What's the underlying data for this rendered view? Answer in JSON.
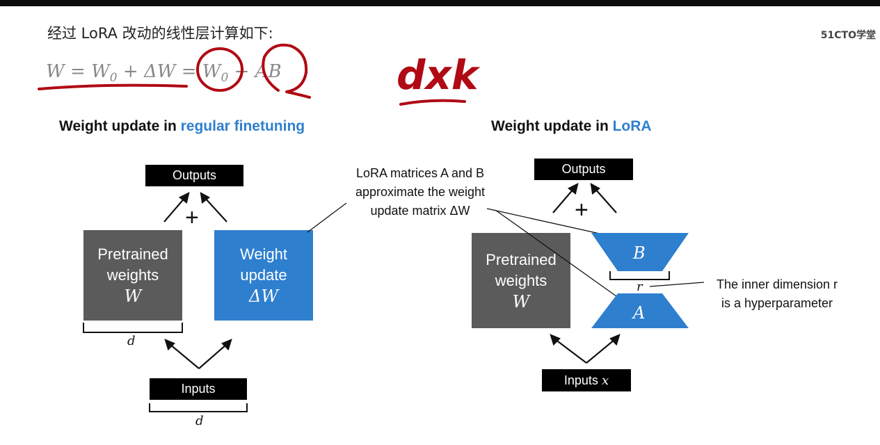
{
  "heading": "经过 LoRA 改动的线性层计算如下:",
  "watermark": "51CTO学堂",
  "formula": {
    "w": "W",
    "eq": "=",
    "w0": "W",
    "sub0": "0",
    "plus": "+",
    "dw": "ΔW",
    "eq2": "=",
    "w0b": "W",
    "sub0b": "0",
    "plus2": "+",
    "ab": "AB"
  },
  "handwriting": {
    "text": "dxk"
  },
  "left": {
    "title_prefix": "Weight update in ",
    "title_accent": "regular finetuning",
    "outputs": "Outputs",
    "plus": "+",
    "pretrained_line1": "Pretrained",
    "pretrained_line2": "weights",
    "pretrained_var": "W",
    "update_line1": "Weight",
    "update_line2": "update",
    "update_var": "ΔW",
    "dim_label": "d",
    "inputs": "Inputs",
    "inputs_dim_label": "d"
  },
  "annotation_center": {
    "line1": "LoRA matrices A and B",
    "line2": "approximate the weight",
    "line3": "update matrix ΔW"
  },
  "right": {
    "title_prefix": "Weight update in ",
    "title_accent": "LoRA",
    "outputs": "Outputs",
    "plus": "+",
    "pretrained_line1": "Pretrained",
    "pretrained_line2": "weights",
    "pretrained_var": "W",
    "b_label": "B",
    "a_label": "A",
    "r_label": "r",
    "inputs": "Inputs",
    "inputs_var": "x",
    "inner_line1": "The inner dimension r",
    "inner_line2": "is a hyperparameter"
  },
  "colors": {
    "accent": "#2f7fcf",
    "gray_box": "#5b5b5b",
    "ink": "#b00a14",
    "black": "#000000"
  }
}
